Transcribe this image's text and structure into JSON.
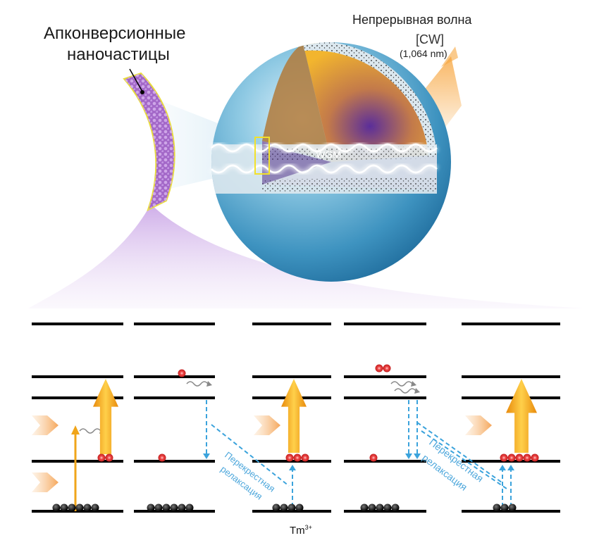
{
  "labels": {
    "nanoparticles": [
      "Апконверсионные",
      "наночастицы"
    ],
    "cw_title": "Непрерывная волна",
    "cw_abbr": "[CW]",
    "cw_wavelength": "(1,064 nm)",
    "wgm": "WGM",
    "cross_relaxation": [
      "Перекрестная",
      "релаксация"
    ],
    "ion": "Tm",
    "ion_charge": "3+"
  },
  "colors": {
    "sphere_blue": "#5fa9c9",
    "core_gold": "#f0b330",
    "core_purple": "#6b3aa0",
    "arrow_orange": "#f5a623",
    "dashed_blue": "#3ba3dc",
    "electron_red": "#e23a3a",
    "shell_purple": "#a368c8",
    "level_black": "#000000"
  },
  "panels": [
    {
      "electrons_ground": 6,
      "electrons_mid": 2,
      "electrons_upper": 0
    },
    {
      "electrons_ground": 6,
      "electrons_mid": 1,
      "electrons_upper": 1
    },
    {
      "electrons_ground": 4,
      "electrons_mid": 3,
      "electrons_upper": 0
    },
    {
      "electrons_ground": 5,
      "electrons_mid": 1,
      "electrons_upper": 2
    },
    {
      "electrons_ground": 3,
      "electrons_mid": 5,
      "electrons_upper": 0
    }
  ]
}
